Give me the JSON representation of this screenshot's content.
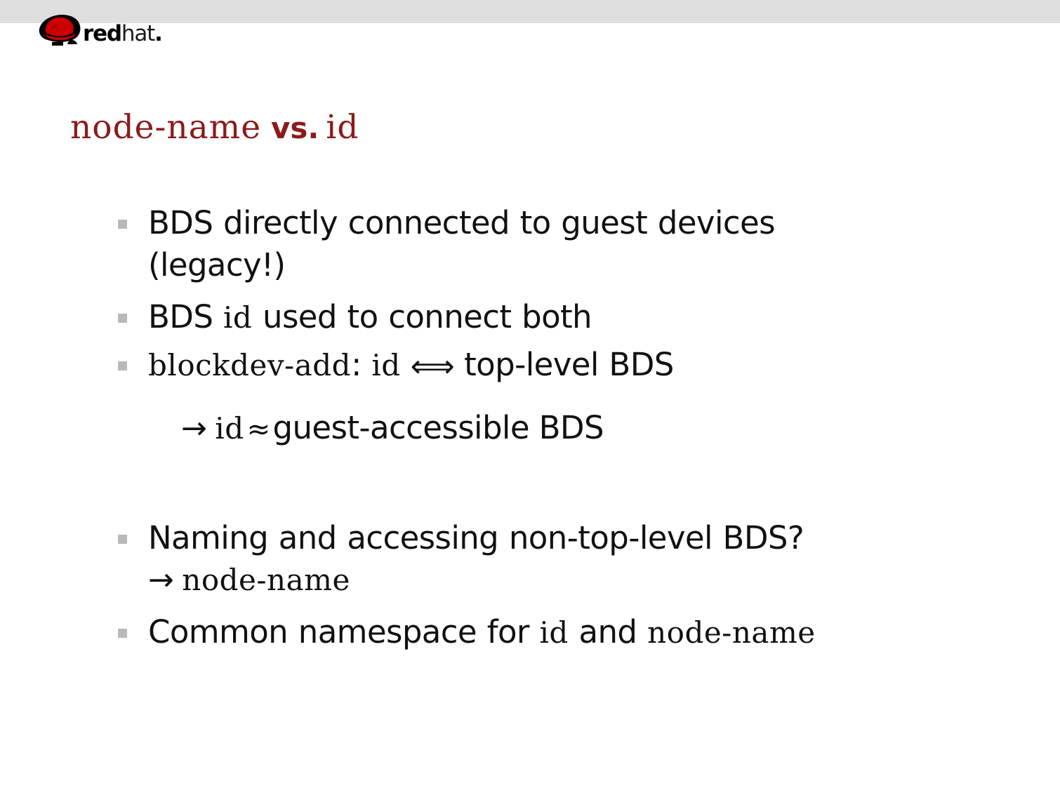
{
  "header": {
    "band_color": "#dedede",
    "logo": {
      "mark": "redhat-shadowman-icon",
      "word_red": "red",
      "word_hat": "hat",
      "word_dot": ".",
      "hat_color": "#cc0000",
      "silhouette_color": "#000000"
    }
  },
  "slide": {
    "title": {
      "part1": "node-name",
      "part2": "vs.",
      "part3": "id",
      "color": "#8d1a1a"
    },
    "bullet_marker_color": "#b9b9b9",
    "bullets": [
      {
        "id": "bullet-bds-guest-devices",
        "segments": [
          {
            "kind": "text",
            "value": "BDS directly connected to guest devices"
          },
          {
            "kind": "break",
            "value": ""
          },
          {
            "kind": "text",
            "value": "(legacy!)"
          }
        ],
        "plain": "BDS directly connected to guest devices (legacy!)"
      },
      {
        "id": "bullet-bds-id-connect-both",
        "segments": [
          {
            "kind": "text",
            "value": "BDS "
          },
          {
            "kind": "mono",
            "value": "id"
          },
          {
            "kind": "text",
            "value": " used to connect both"
          }
        ],
        "plain": "BDS id used to connect both"
      },
      {
        "id": "bullet-blockdev-add",
        "segments": [
          {
            "kind": "mono",
            "value": "blockdev-add"
          },
          {
            "kind": "text",
            "value": ": "
          },
          {
            "kind": "mono",
            "value": "id"
          },
          {
            "kind": "arrow-wide",
            "value": "⟺"
          },
          {
            "kind": "text",
            "value": "top-level BDS"
          }
        ],
        "plain": "blockdev-add: id ⟺ top-level BDS"
      },
      {
        "id": "bullet-naming-non-top-level",
        "segments": [
          {
            "kind": "text",
            "value": "Naming and accessing non-top-level BDS?"
          }
        ],
        "plain": "Naming and accessing non-top-level BDS?"
      },
      {
        "id": "bullet-common-namespace",
        "segments": [
          {
            "kind": "text",
            "value": "Common namespace for "
          },
          {
            "kind": "mono",
            "value": "id"
          },
          {
            "kind": "text",
            "value": " and "
          },
          {
            "kind": "mono",
            "value": "node-name"
          }
        ],
        "plain": "Common namespace for id and node-name"
      }
    ],
    "sublines": [
      {
        "id": "subline-id-guest-accessible",
        "arrow": "→",
        "mono": "id",
        "approx": "≈",
        "tail": "guest-accessible BDS",
        "plain": "→ id ≈ guest-accessible BDS"
      },
      {
        "id": "subline-node-name",
        "arrow": "→",
        "mono": "node-name",
        "approx": "",
        "tail": "",
        "plain": "→ node-name"
      }
    ]
  }
}
